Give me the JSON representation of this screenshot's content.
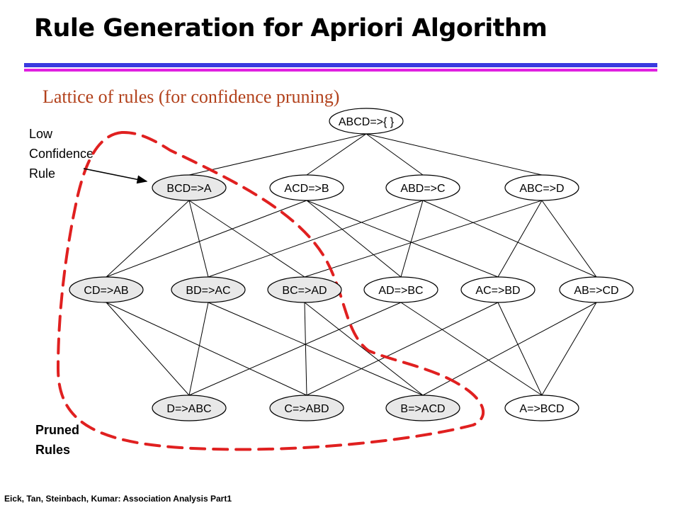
{
  "header": {
    "title": "Rule Generation for Apriori Algorithm",
    "bar_blue": "#3a3adf",
    "bar_magenta": "#e01fe0"
  },
  "subtitle": {
    "text": "Lattice of rules (for confidence pruning)",
    "color": "#b2411b"
  },
  "callout": {
    "line1": "Low",
    "line2": "Confidence",
    "line3": "Rule"
  },
  "pruned_label": {
    "line1": "Pruned",
    "line2": "Rules"
  },
  "footer": {
    "text": "Eick, Tan, Steinbach, Kumar: Association Analysis Part1"
  },
  "diagram": {
    "pruned_color": "#e8e8e8",
    "normal_color": "#ffffff",
    "boundary_color": "#e02020",
    "nodes": [
      {
        "id": "ABCD",
        "label": "ABCD=>{ }",
        "level": 0,
        "index": 0,
        "pruned": false
      },
      {
        "id": "BCD",
        "label": "BCD=>A",
        "level": 1,
        "index": 0,
        "pruned": true
      },
      {
        "id": "ACD",
        "label": "ACD=>B",
        "level": 1,
        "index": 1,
        "pruned": false
      },
      {
        "id": "ABD",
        "label": "ABD=>C",
        "level": 1,
        "index": 2,
        "pruned": false
      },
      {
        "id": "ABC",
        "label": "ABC=>D",
        "level": 1,
        "index": 3,
        "pruned": false
      },
      {
        "id": "CD",
        "label": "CD=>AB",
        "level": 2,
        "index": 0,
        "pruned": true
      },
      {
        "id": "BD",
        "label": "BD=>AC",
        "level": 2,
        "index": 1,
        "pruned": true
      },
      {
        "id": "BC",
        "label": "BC=>AD",
        "level": 2,
        "index": 2,
        "pruned": true
      },
      {
        "id": "AD",
        "label": "AD=>BC",
        "level": 2,
        "index": 3,
        "pruned": false
      },
      {
        "id": "AC",
        "label": "AC=>BD",
        "level": 2,
        "index": 4,
        "pruned": false
      },
      {
        "id": "AB",
        "label": "AB=>CD",
        "level": 2,
        "index": 5,
        "pruned": false
      },
      {
        "id": "D",
        "label": "D=>ABC",
        "level": 3,
        "index": 0,
        "pruned": true
      },
      {
        "id": "C",
        "label": "C=>ABD",
        "level": 3,
        "index": 1,
        "pruned": true
      },
      {
        "id": "B",
        "label": "B=>ACD",
        "level": 3,
        "index": 2,
        "pruned": true
      },
      {
        "id": "A",
        "label": "A=>BCD",
        "level": 3,
        "index": 3,
        "pruned": false
      }
    ],
    "edges": [
      [
        "ABCD",
        "BCD"
      ],
      [
        "ABCD",
        "ACD"
      ],
      [
        "ABCD",
        "ABD"
      ],
      [
        "ABCD",
        "ABC"
      ],
      [
        "BCD",
        "CD"
      ],
      [
        "BCD",
        "BD"
      ],
      [
        "BCD",
        "BC"
      ],
      [
        "ACD",
        "CD"
      ],
      [
        "ACD",
        "AD"
      ],
      [
        "ACD",
        "AC"
      ],
      [
        "ABD",
        "BD"
      ],
      [
        "ABD",
        "AD"
      ],
      [
        "ABD",
        "AB"
      ],
      [
        "ABC",
        "BC"
      ],
      [
        "ABC",
        "AC"
      ],
      [
        "ABC",
        "AB"
      ],
      [
        "CD",
        "D"
      ],
      [
        "CD",
        "C"
      ],
      [
        "BD",
        "D"
      ],
      [
        "BD",
        "B"
      ],
      [
        "BC",
        "C"
      ],
      [
        "BC",
        "B"
      ],
      [
        "AD",
        "D"
      ],
      [
        "AD",
        "A"
      ],
      [
        "AC",
        "C"
      ],
      [
        "AC",
        "A"
      ],
      [
        "AB",
        "B"
      ],
      [
        "AB",
        "A"
      ]
    ]
  }
}
